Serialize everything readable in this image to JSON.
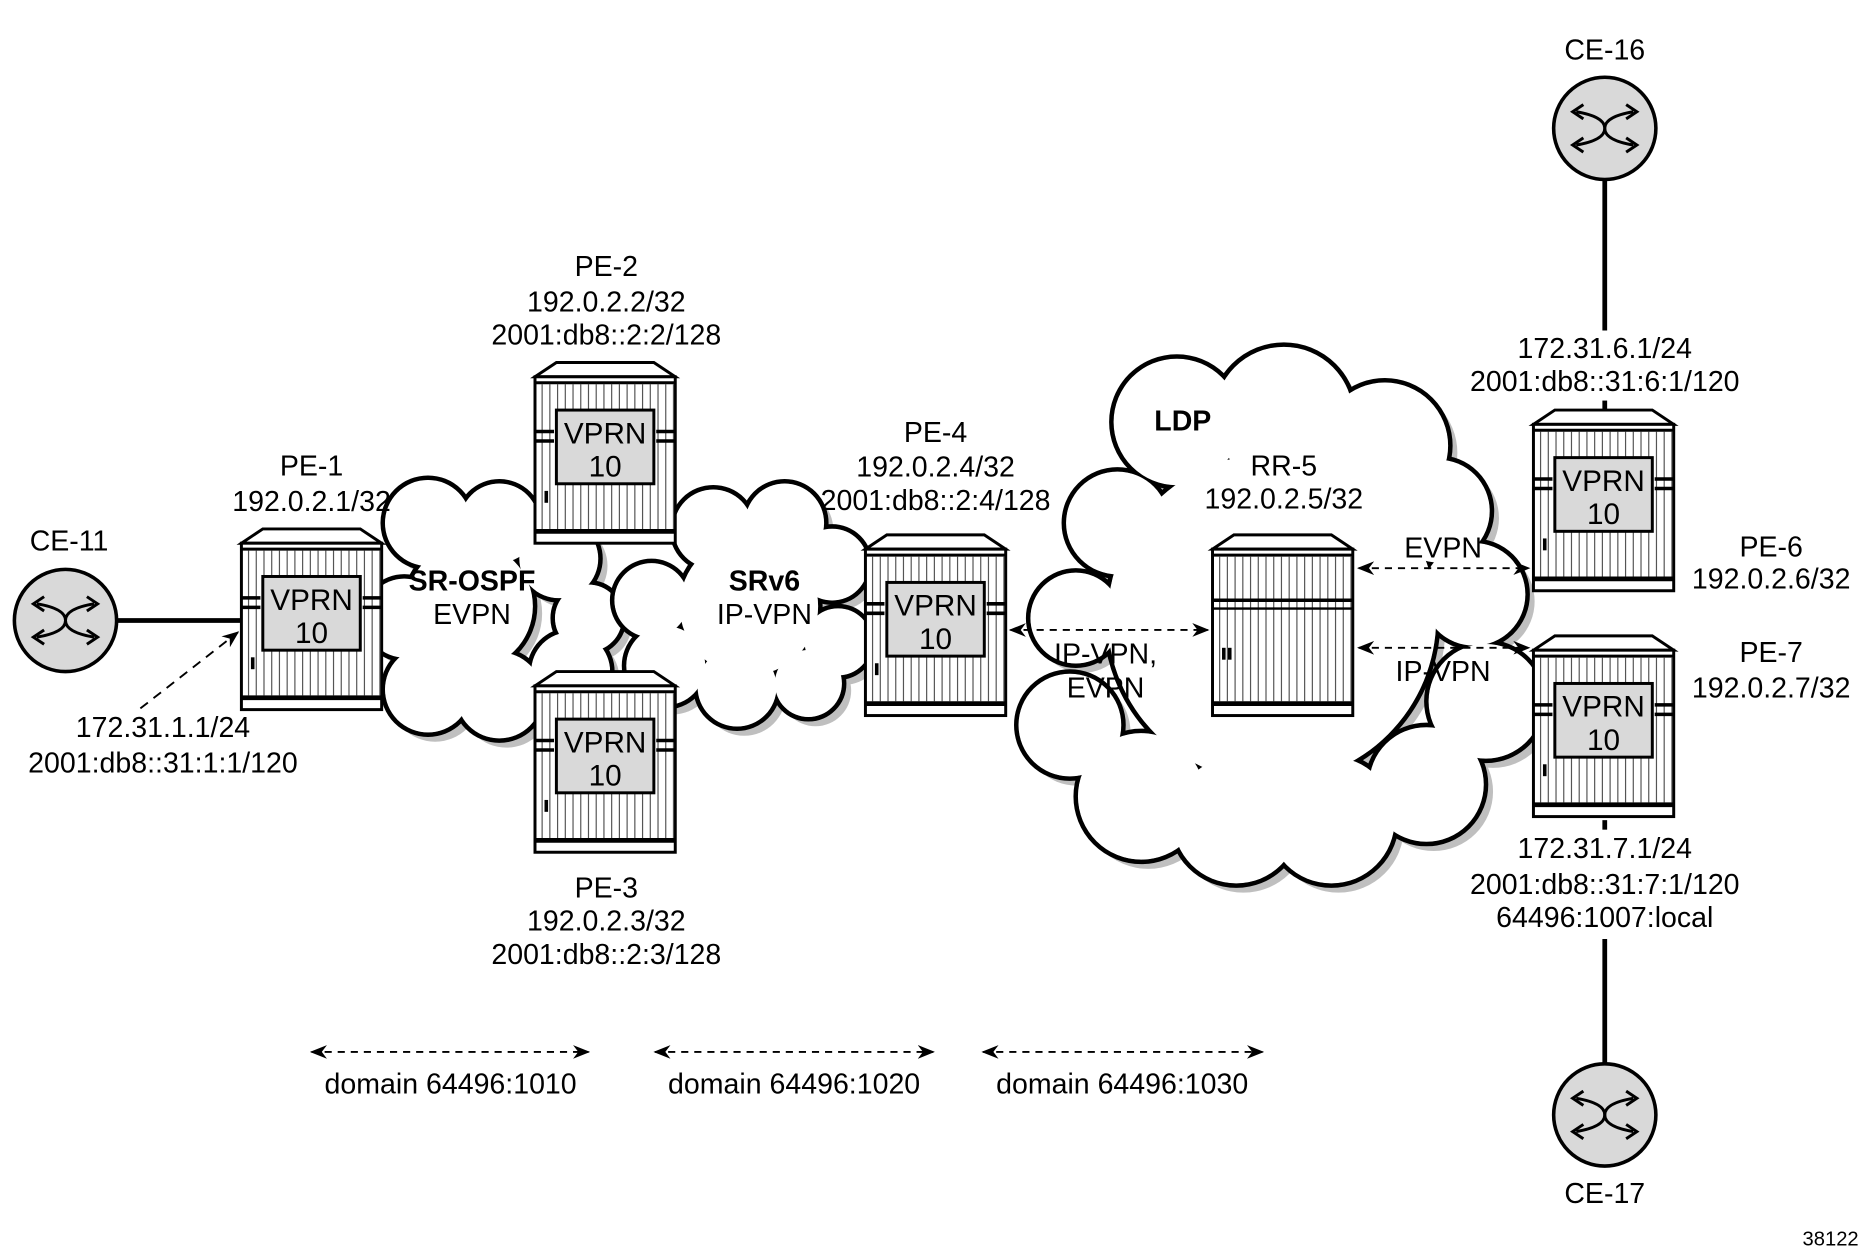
{
  "nodes": {
    "ce11": {
      "name": "CE-11"
    },
    "ce16": {
      "name": "CE-16"
    },
    "ce17": {
      "name": "CE-17"
    },
    "pe1": {
      "name": "PE-1",
      "ipv4": "192.0.2.1/32",
      "service": "VPRN",
      "id": "10"
    },
    "pe2": {
      "name": "PE-2",
      "ipv4": "192.0.2.2/32",
      "ipv6": "2001:db8::2:2/128",
      "service": "VPRN",
      "id": "10"
    },
    "pe3": {
      "name": "PE-3",
      "ipv4": "192.0.2.3/32",
      "ipv6": "2001:db8::2:3/128",
      "service": "VPRN",
      "id": "10"
    },
    "pe4": {
      "name": "PE-4",
      "ipv4": "192.0.2.4/32",
      "ipv6": "2001:db8::2:4/128",
      "service": "VPRN",
      "id": "10"
    },
    "rr5": {
      "name": "RR-5",
      "ipv4": "192.0.2.5/32"
    },
    "pe6": {
      "name": "PE-6",
      "ipv4": "192.0.2.6/32",
      "service": "VPRN",
      "id": "10"
    },
    "pe7": {
      "name": "PE-7",
      "ipv4": "192.0.2.7/32",
      "service": "VPRN",
      "id": "10"
    }
  },
  "interfaces": {
    "pe1": {
      "ipv4": "172.31.1.1/24",
      "ipv6": "2001:db8::31:1:1/120"
    },
    "pe6": {
      "ipv4": "172.31.6.1/24",
      "ipv6": "2001:db8::31:6:1/120"
    },
    "pe7": {
      "ipv4": "172.31.7.1/24",
      "ipv6": "2001:db8::31:7:1/120",
      "rd": "64496:1007:local"
    }
  },
  "clouds": {
    "sr_ospf": {
      "title": "SR-OSPF",
      "service": "EVPN"
    },
    "srv6": {
      "title": "SRv6",
      "service": "IP-VPN"
    },
    "ldp": {
      "title": "LDP"
    }
  },
  "sessions": {
    "pe4_rr5": {
      "line1": "IP-VPN,",
      "line2": "EVPN"
    },
    "rr5_pe6": "EVPN",
    "rr5_pe7": "IP-VPN"
  },
  "domains": [
    "domain 64496:1010",
    "domain 64496:1020",
    "domain 64496:1030"
  ],
  "figure_id": "38122"
}
